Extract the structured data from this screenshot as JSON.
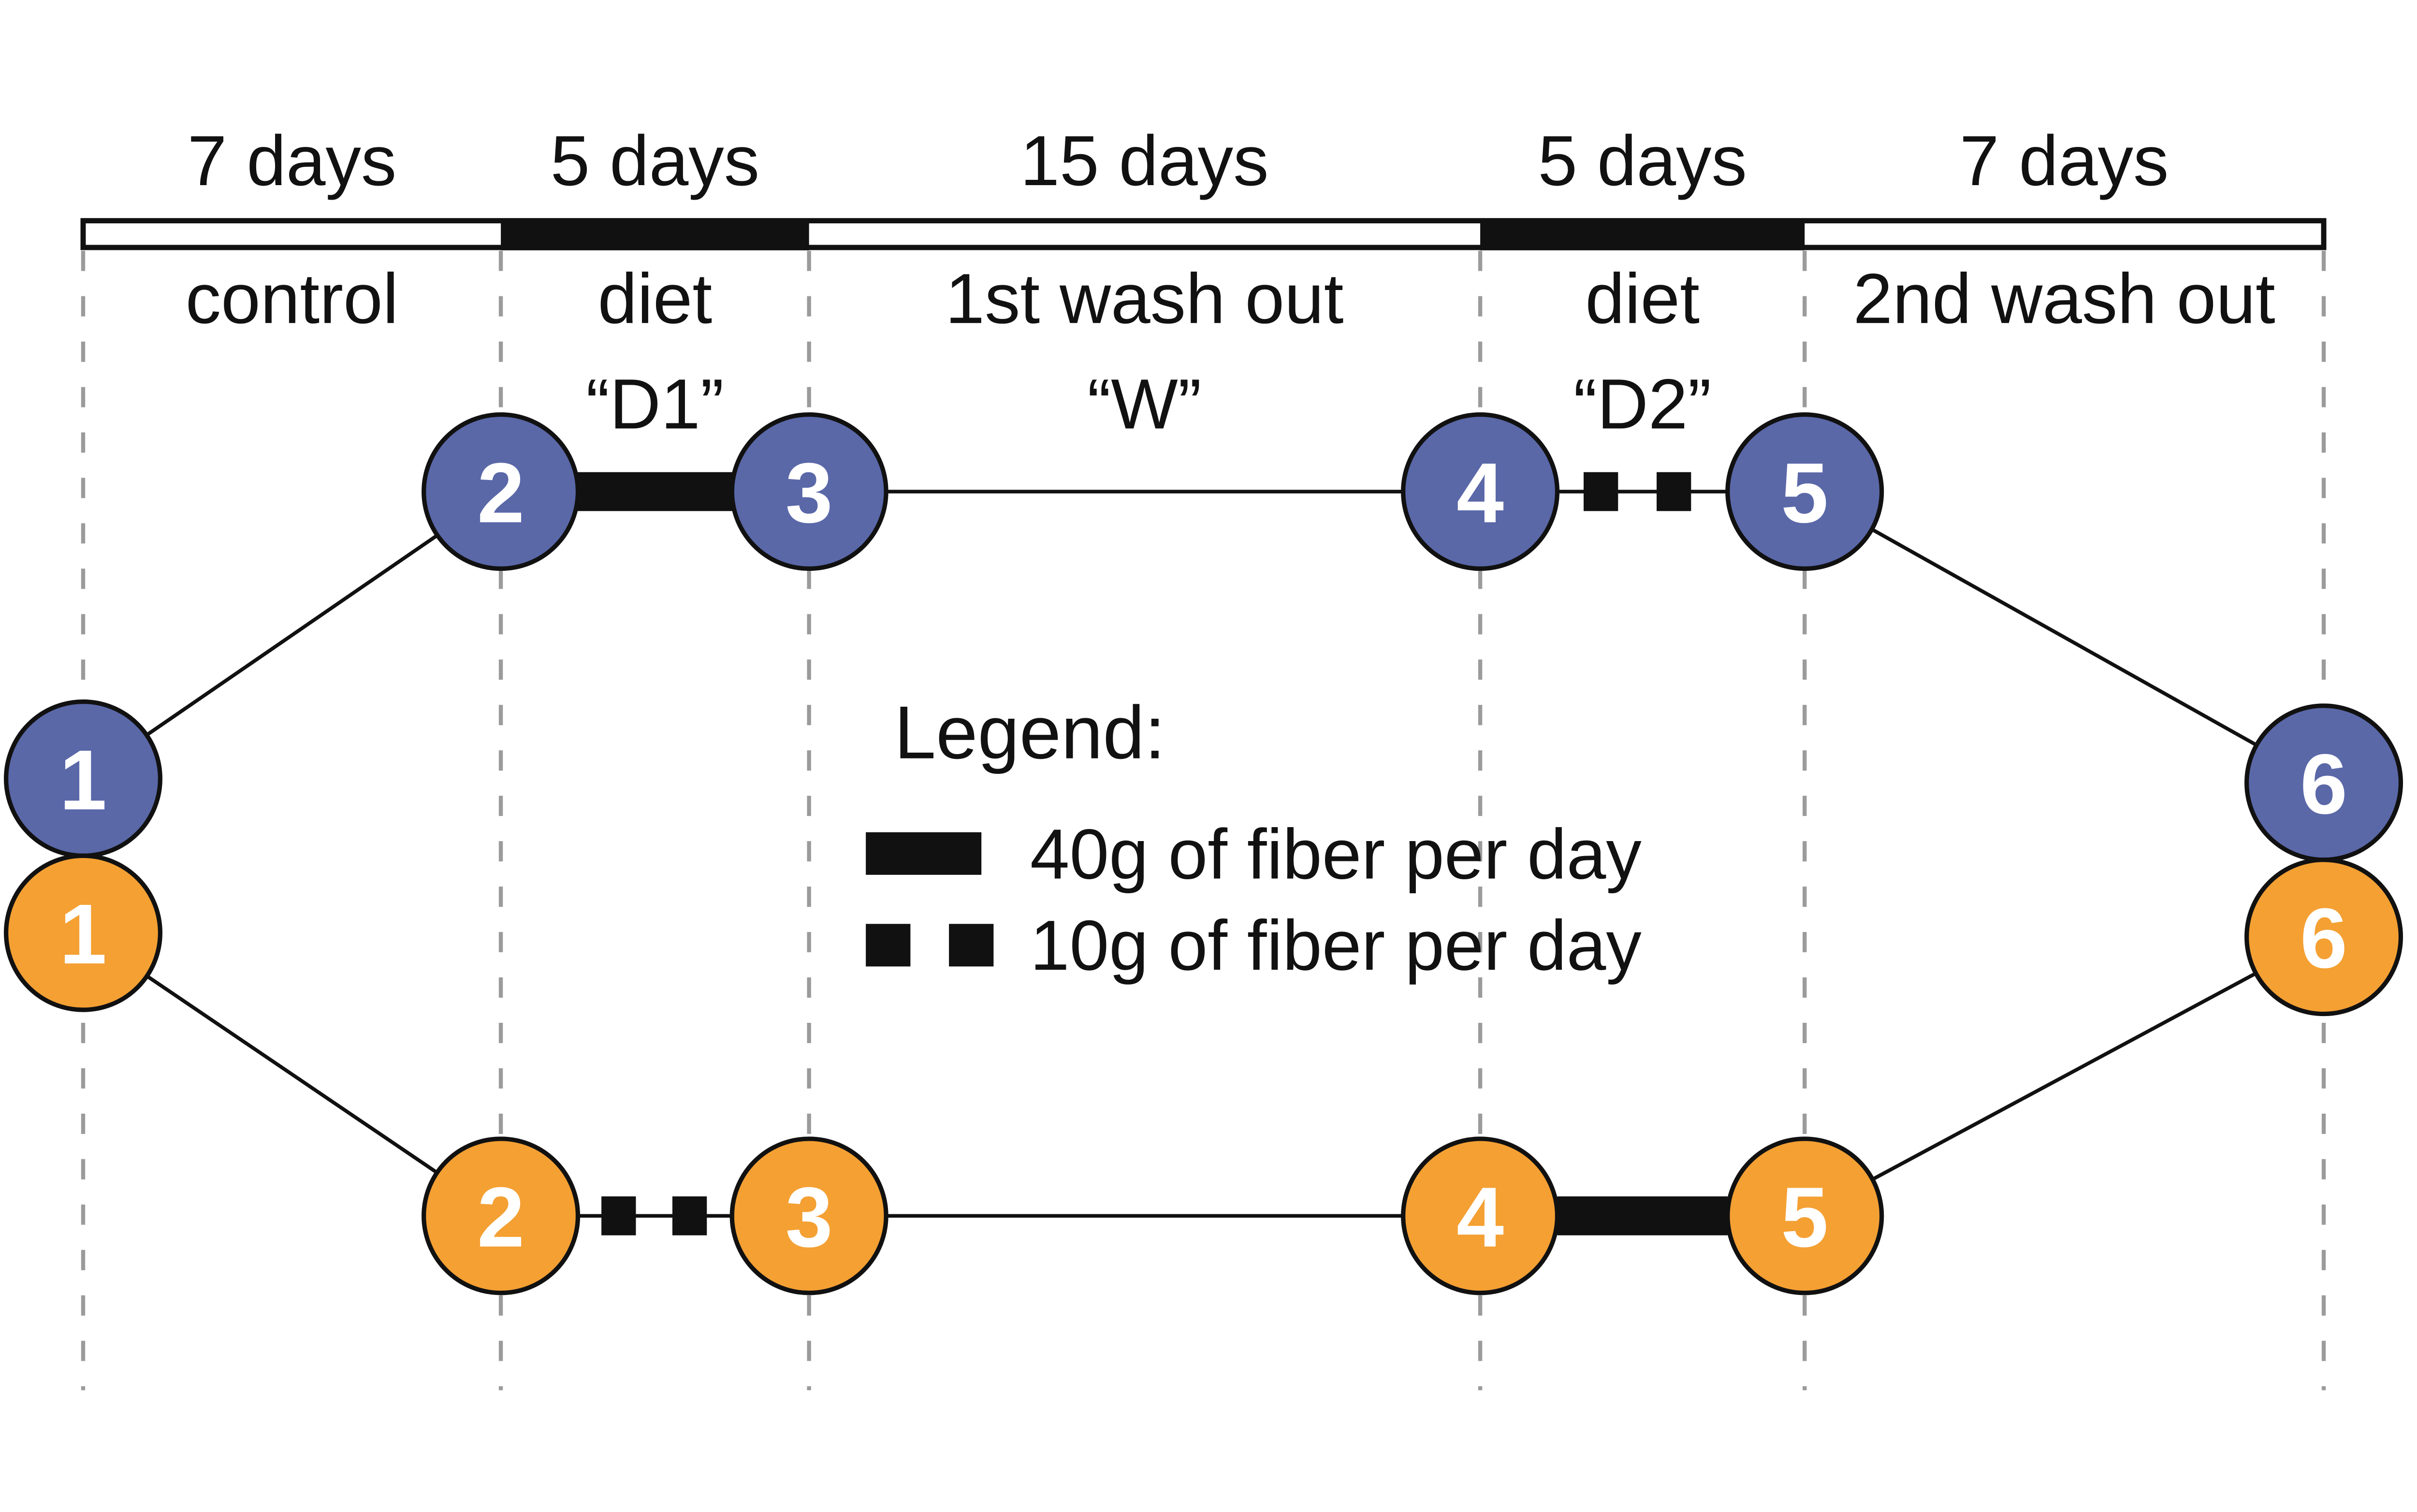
{
  "colors": {
    "background": "#ffffff",
    "arm_blue": "#5A68A8",
    "arm_orange": "#F4A033",
    "black": "#111111",
    "dashed_guide": "#9B9B9B",
    "node_number": "#FFFFFF",
    "label_text": "#111111"
  },
  "timeline": {
    "phases": [
      {
        "duration": "7 days",
        "label": "control",
        "code": ""
      },
      {
        "duration": "5 days",
        "label": "diet",
        "code": "“D1”"
      },
      {
        "duration": "15 days",
        "label": "1st wash out",
        "code": "“W”"
      },
      {
        "duration": "5 days",
        "label": "diet",
        "code": "“D2”"
      },
      {
        "duration": "7 days",
        "label": "2nd wash out",
        "code": ""
      }
    ]
  },
  "arms": {
    "blue": {
      "nodes": [
        "1",
        "2",
        "3",
        "4",
        "5",
        "6"
      ]
    },
    "orange": {
      "nodes": [
        "1",
        "2",
        "3",
        "4",
        "5",
        "6"
      ]
    }
  },
  "legend": {
    "title": "Legend:",
    "items": [
      {
        "swatch": "solid-bar-icon",
        "label": "40g of fiber per day"
      },
      {
        "swatch": "two-squares-icon",
        "label": "10g of fiber per day"
      }
    ]
  }
}
